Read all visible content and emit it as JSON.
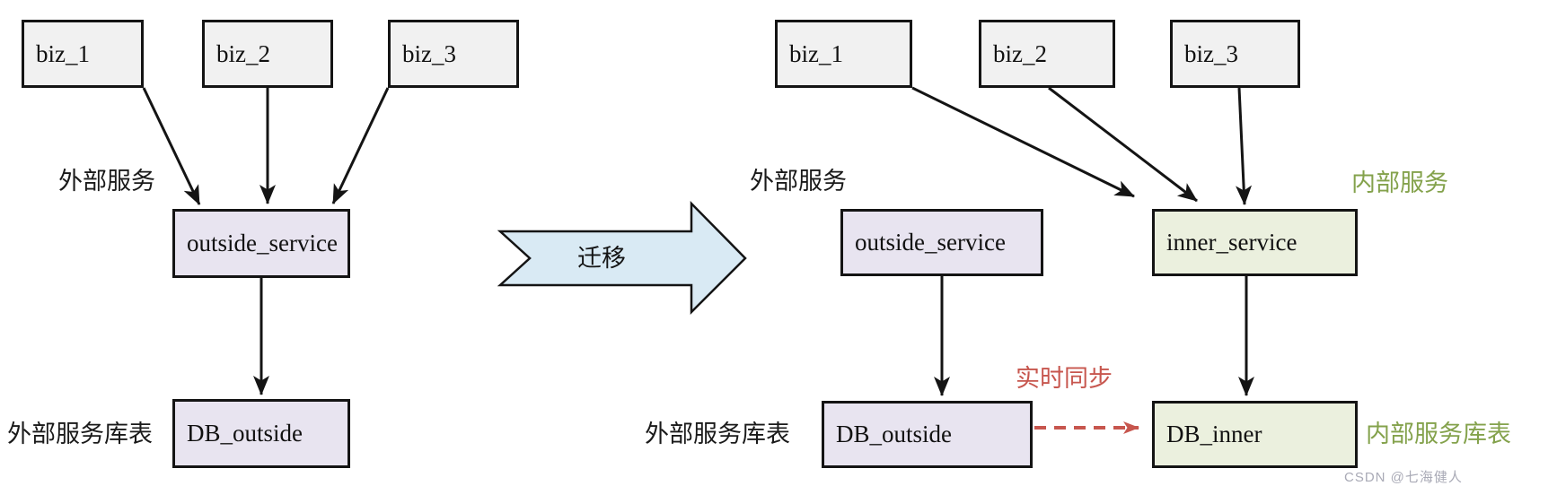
{
  "left_diagram": {
    "biz_nodes": [
      {
        "label": "biz_1"
      },
      {
        "label": "biz_2"
      },
      {
        "label": "biz_3"
      }
    ],
    "service_node": {
      "label": "outside_service"
    },
    "db_node": {
      "label": "DB_outside"
    },
    "service_label": "外部服务",
    "db_label": "外部服务库表"
  },
  "migration_arrow": {
    "label": "迁移"
  },
  "right_diagram": {
    "biz_nodes": [
      {
        "label": "biz_1"
      },
      {
        "label": "biz_2"
      },
      {
        "label": "biz_3"
      }
    ],
    "outside_service_node": {
      "label": "outside_service"
    },
    "inner_service_node": {
      "label": "inner_service"
    },
    "db_outside_node": {
      "label": "DB_outside"
    },
    "db_inner_node": {
      "label": "DB_inner"
    },
    "outside_service_label": "外部服务",
    "outside_db_label": "外部服务库表",
    "inner_service_label": "内部服务",
    "inner_db_label": "内部服务库表",
    "sync_label": "实时同步"
  },
  "watermark": "CSDN @七海健人",
  "colors": {
    "line": "#141414",
    "gray-fill": "#f1f1f1",
    "lavender-fill": "#e8e4f0",
    "green-fill": "#ebf0de",
    "blue-fill": "#d9eaf4",
    "green-text": "#84a24c",
    "red": "#c7564e",
    "watermark": "#a9aab6"
  }
}
